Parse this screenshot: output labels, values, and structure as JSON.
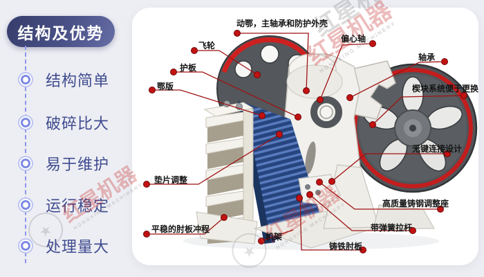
{
  "page": {
    "background": "#edeef3",
    "card_color": "#ffffff"
  },
  "sidebar": {
    "title": "结构及优势",
    "items": [
      {
        "label": "结构简单"
      },
      {
        "label": "破碎比大"
      },
      {
        "label": "易于维护"
      },
      {
        "label": "运行稳定"
      },
      {
        "label": "处理量大"
      }
    ]
  },
  "diagram": {
    "machine": "颚式破碎机结构剖视图",
    "callouts": [
      {
        "id": "movable-jaw-assembly",
        "label": "动鄂，主轴承和防护外壳"
      },
      {
        "id": "flywheel",
        "label": "飞轮"
      },
      {
        "id": "guard-plate",
        "label": "护板"
      },
      {
        "id": "jaw-plate",
        "label": "鄂版"
      },
      {
        "id": "shim-adjustment",
        "label": "垫片调整"
      },
      {
        "id": "smooth-toggle-stroke",
        "label": "平稳的肘板冲程"
      },
      {
        "id": "frame",
        "label": "机架"
      },
      {
        "id": "cast-iron-toggle",
        "label": "铸铁肘板"
      },
      {
        "id": "spring-tension-rod",
        "label": "带弹簧拉杆"
      },
      {
        "id": "cast-steel-seat",
        "label": "高质量铸钢调整座"
      },
      {
        "id": "keyless-connection",
        "label": "无键连接设计"
      },
      {
        "id": "wedge-system",
        "label": "楔块系统便于更换"
      },
      {
        "id": "eccentric-shaft",
        "label": "偏心轴"
      },
      {
        "id": "bearing",
        "label": "轴承"
      }
    ],
    "watermark": {
      "brand": "红星机器",
      "subtext": "HONGXING MACHINERY"
    },
    "colors": {
      "callout_line": "#9e1212",
      "callout_dot": "#c21212",
      "wheel_gray": "#55585c",
      "wheel_rim_red": "#c81e1e",
      "jaw_plate_blue": "#2d4b8a",
      "machine_white": "#f2f1ed",
      "rack_cream": "#f4f2ec",
      "sidebar_text": "#3f4b8f",
      "pill_gradient_start": "#383f6e",
      "pill_gradient_end": "#666ea6"
    }
  }
}
